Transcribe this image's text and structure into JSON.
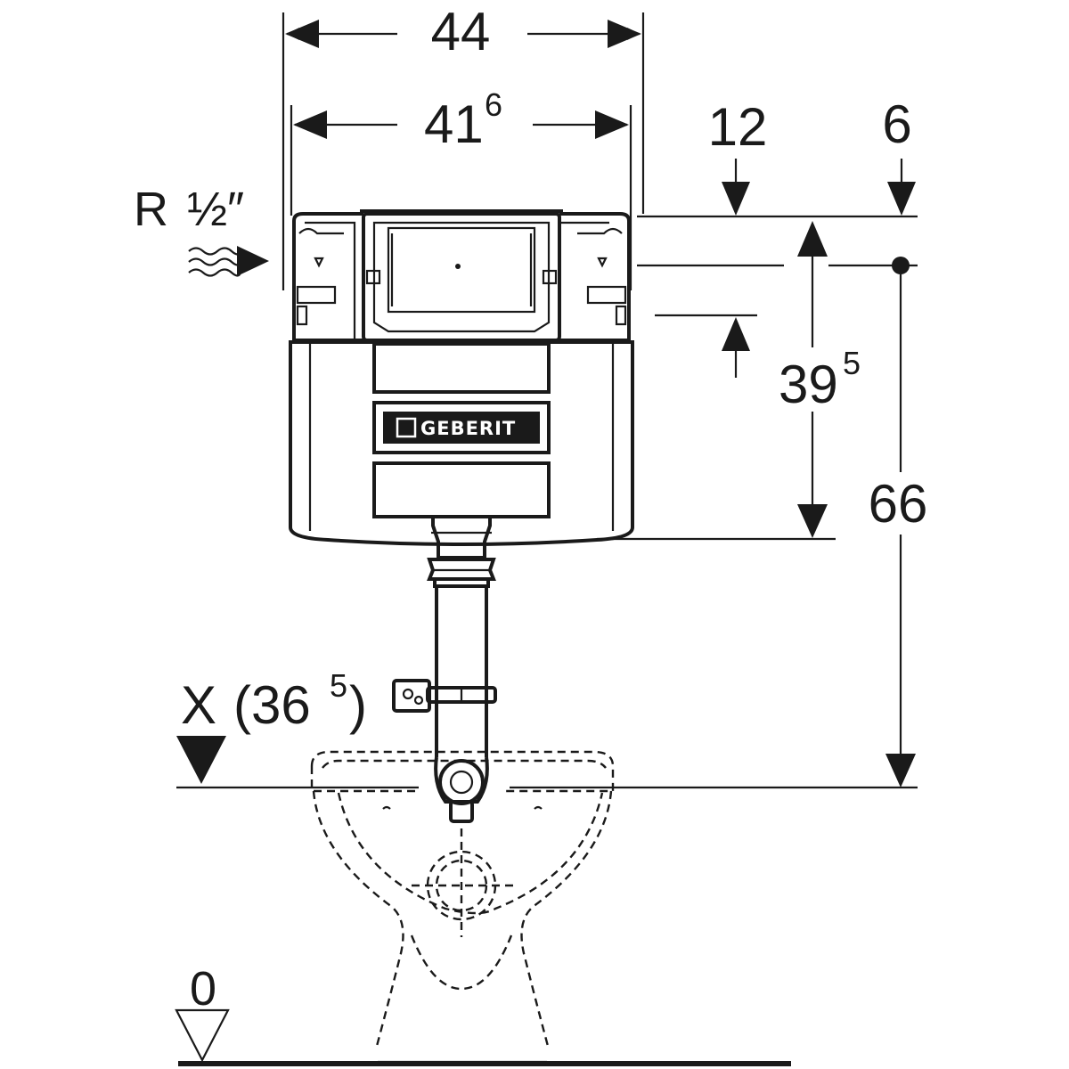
{
  "dimensions": {
    "width_outer": "44",
    "width_inner_main": "41",
    "width_inner_sup": "6",
    "top_offset_a": "12",
    "top_offset_b": "6",
    "height_tank_main": "39",
    "height_tank_sup": "5",
    "height_total": "66",
    "height_x_label": "X",
    "height_x_open": "(36",
    "height_x_sup": "5",
    "height_x_close": ")",
    "floor_level": "0"
  },
  "inlet": {
    "thread_prefix": "R",
    "thread_size": "½″"
  },
  "brand": {
    "name": "GEBERIT"
  },
  "colors": {
    "line": "#1a1a1a",
    "background": "#ffffff"
  }
}
